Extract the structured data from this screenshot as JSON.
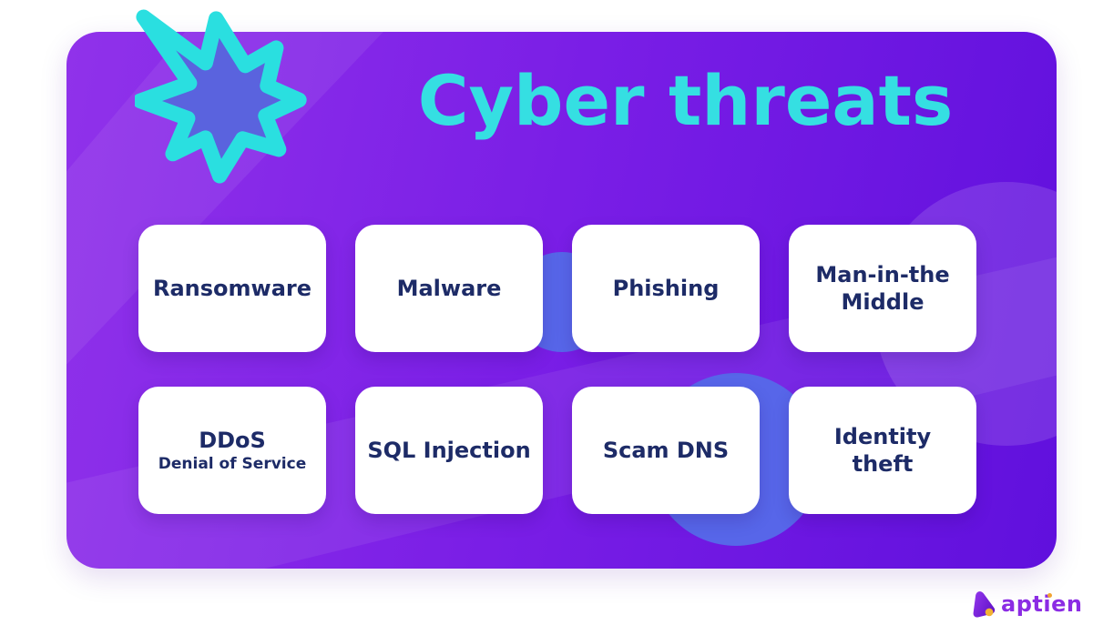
{
  "header": {
    "title": "Cyber threats"
  },
  "cards": [
    {
      "label": "Ransomware"
    },
    {
      "label": "Malware"
    },
    {
      "label": "Phishing"
    },
    {
      "label": "Man-in-the\nMiddle"
    },
    {
      "label": "DDoS",
      "sublabel": "Denial of Service"
    },
    {
      "label": "SQL Injection"
    },
    {
      "label": "Scam DNS"
    },
    {
      "label": "Identity\ntheft"
    }
  ],
  "footer": {
    "brand": "aptien"
  },
  "icons": {
    "starburst": "starburst-icon",
    "brand_mark": "aptien-logo-icon"
  },
  "colors": {
    "panel_gradient_start": "#9032ea",
    "panel_gradient_end": "#6010dd",
    "title_teal": "#35dfe2",
    "star_stroke_teal": "#2adfe0",
    "star_fill_slate": "#5a63de",
    "blob_slate_blue": "#5766e9",
    "card_background": "#ffffff",
    "card_text_navy": "#1d2b67",
    "brand_purple": "#8b2ce4",
    "brand_dot_orange": "#f2a431"
  }
}
